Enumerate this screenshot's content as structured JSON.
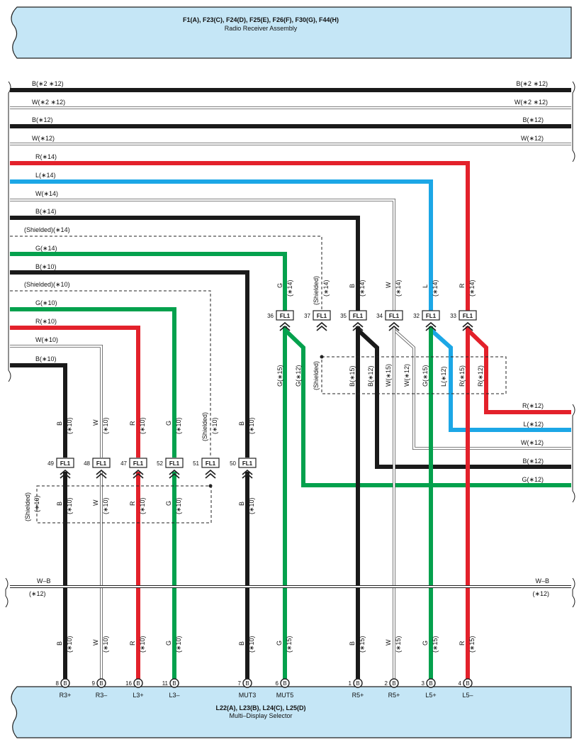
{
  "colors": {
    "B": "#1a1a1a",
    "W": "#ffffff",
    "R": "#e3212b",
    "L": "#1ca7e6",
    "G": "#04a14d",
    "bg_box": "#c5e6f6",
    "outline": "#222222"
  },
  "top_box": {
    "title": "F1(A), F23(C), F24(D), F25(E), F26(F), F30(G), F44(H)",
    "subtitle": "Radio Receiver Assembly"
  },
  "bottom_box": {
    "title": "L22(A), L23(B), L24(C), L25(D)",
    "subtitle": "Multi–Display Selector"
  },
  "left_wires": [
    {
      "label": "B(∗2 ∗12)",
      "color": "B"
    },
    {
      "label": "W(∗2 ∗12)",
      "color": "W"
    },
    {
      "label": "B(∗12)",
      "color": "B"
    },
    {
      "label": "W(∗12)",
      "color": "W"
    },
    {
      "label": "R(∗14)",
      "color": "R"
    },
    {
      "label": "L(∗14)",
      "color": "L"
    },
    {
      "label": "W(∗14)",
      "color": "W"
    },
    {
      "label": "B(∗14)",
      "color": "B"
    },
    {
      "label": "(Shielded)(∗14)",
      "color": "S"
    },
    {
      "label": "G(∗14)",
      "color": "G"
    },
    {
      "label": "B(∗10)",
      "color": "B"
    },
    {
      "label": "(Shielded)(∗10)",
      "color": "S"
    },
    {
      "label": "G(∗10)",
      "color": "G"
    },
    {
      "label": "R(∗10)",
      "color": "R"
    },
    {
      "label": "W(∗10)",
      "color": "W"
    },
    {
      "label": "B(∗10)",
      "color": "B"
    }
  ],
  "right_top_wires": [
    {
      "label": "B(∗2 ∗12)"
    },
    {
      "label": "W(∗2 ∗12)"
    },
    {
      "label": "B(∗12)"
    },
    {
      "label": "W(∗12)"
    }
  ],
  "right_mid_wires": [
    {
      "label": "R(∗12)"
    },
    {
      "label": "L(∗12)"
    },
    {
      "label": "W(∗12)"
    },
    {
      "label": "B(∗12)"
    },
    {
      "label": "G(∗12)"
    }
  ],
  "wb_line": {
    "left_top": "W–B",
    "left_bottom": "(∗12)",
    "right_top": "W–B",
    "right_bottom": "(∗12)"
  },
  "fl_label": "FL1",
  "upper_connectors": [
    {
      "num": "36",
      "v_color": "G",
      "v_tag": "(∗14)"
    },
    {
      "num": "37",
      "v_color": "(Shielded)",
      "v_tag": "(∗14)"
    },
    {
      "num": "35",
      "v_color": "B",
      "v_tag": "(∗14)"
    },
    {
      "num": "34",
      "v_color": "W",
      "v_tag": "(∗14)"
    },
    {
      "num": "32",
      "v_color": "L",
      "v_tag": "(∗14)"
    },
    {
      "num": "33",
      "v_color": "R",
      "v_tag": "(∗14)"
    }
  ],
  "upper_below": [
    {
      "text": "G(∗15)"
    },
    {
      "text": "G(∗12)"
    },
    {
      "text": "(Shielded)"
    },
    {
      "text": "B(∗15)"
    },
    {
      "text": "B(∗12)"
    },
    {
      "text": "W(∗15)"
    },
    {
      "text": "W(∗12)"
    },
    {
      "text": "G(∗15)"
    },
    {
      "text": "L(∗12)"
    },
    {
      "text": "R(∗15)"
    },
    {
      "text": "R(∗12)"
    }
  ],
  "lower_connectors": [
    {
      "num": "49",
      "v_color": "B",
      "v_tag": "(∗10)"
    },
    {
      "num": "48",
      "v_color": "W",
      "v_tag": "(∗10)"
    },
    {
      "num": "47",
      "v_color": "R",
      "v_tag": "(∗10)"
    },
    {
      "num": "52",
      "v_color": "G",
      "v_tag": "(∗10)"
    },
    {
      "num": "51",
      "v_color": "(Shielded)",
      "v_tag": "(∗10)"
    },
    {
      "num": "50",
      "v_color": "B",
      "v_tag": "(∗10)"
    }
  ],
  "lower_shield": {
    "label": "(Shielded)",
    "tag": "(∗10)"
  },
  "lower_below": [
    {
      "color": "B",
      "tag": "(∗10)"
    },
    {
      "color": "W",
      "tag": "(∗10)"
    },
    {
      "color": "R",
      "tag": "(∗10)"
    },
    {
      "color": "G",
      "tag": "(∗10)"
    },
    {
      "color": "B",
      "tag": "(∗10)"
    }
  ],
  "bottom_pins": [
    {
      "num": "8",
      "name": "R3+",
      "v_color": "B",
      "v_tag": "(∗10)",
      "wire": "B"
    },
    {
      "num": "9",
      "name": "R3–",
      "v_color": "W",
      "v_tag": "(∗10)",
      "wire": "W"
    },
    {
      "num": "16",
      "name": "L3+",
      "v_color": "R",
      "v_tag": "(∗10)",
      "wire": "R"
    },
    {
      "num": "11",
      "name": "L3–",
      "v_color": "G",
      "v_tag": "(∗10)",
      "wire": "G"
    },
    {
      "num": "7",
      "name": "MUT3",
      "v_color": "B",
      "v_tag": "(∗10)",
      "wire": "B"
    },
    {
      "num": "6",
      "name": "MUT5",
      "v_color": "G",
      "v_tag": "(∗15)",
      "wire": "G"
    },
    {
      "num": "1",
      "name": "R5+",
      "v_color": "B",
      "v_tag": "(∗15)",
      "wire": "B"
    },
    {
      "num": "2",
      "name": "R5+",
      "v_color": "W",
      "v_tag": "(∗15)",
      "wire": "W"
    },
    {
      "num": "3",
      "name": "L5+",
      "v_color": "G",
      "v_tag": "(∗15)",
      "wire": "G"
    },
    {
      "num": "4",
      "name": "L5–",
      "v_color": "R",
      "v_tag": "(∗15)",
      "wire": "R"
    }
  ],
  "pin_letter": "B"
}
